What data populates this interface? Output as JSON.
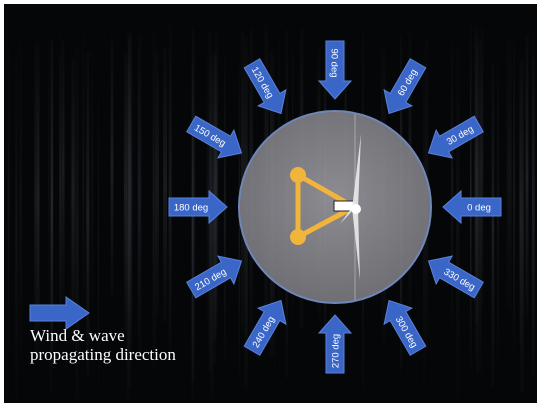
{
  "figure": {
    "caption_line1": "Wind & wave",
    "caption_line2": "propagating direction",
    "colors": {
      "background": "#050607",
      "arrow_fill": "#3a66c8",
      "arrow_stroke": "#5b82dc",
      "rotor_disc": "#8d8d92",
      "disc_outline": "#6f86b8",
      "platform": "#f2b53b",
      "blade": "#e8e8e8"
    },
    "direction_arrows": [
      {
        "label": "0 deg",
        "angle": 0
      },
      {
        "label": "30 deg",
        "angle": 30
      },
      {
        "label": "60 deg",
        "angle": 60
      },
      {
        "label": "90 deg",
        "angle": 90
      },
      {
        "label": "120 deg",
        "angle": 120
      },
      {
        "label": "150 deg",
        "angle": 150
      },
      {
        "label": "180 deg",
        "angle": 180
      },
      {
        "label": "210 deg",
        "angle": 210
      },
      {
        "label": "240 deg",
        "angle": 240
      },
      {
        "label": "270 deg",
        "angle": 270
      },
      {
        "label": "300 deg",
        "angle": 300
      },
      {
        "label": "330 deg",
        "angle": 330
      }
    ],
    "legend_arrow_icon": "right-arrow-icon"
  }
}
